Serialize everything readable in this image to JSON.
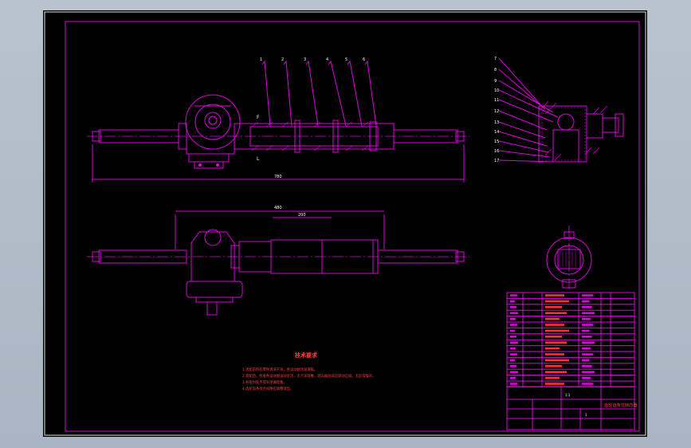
{
  "drawing": {
    "colors": {
      "background": "#000000",
      "lines": "#e000e0",
      "text": "#ffffff",
      "accent": "#ff3030"
    },
    "tech_requirements_title": "技术要求",
    "tech_notes": [
      "1.装配前所有零件清洗干净，各运动副涂润滑脂。",
      "2.装配后，检查各运动副运动灵活，无卡滞现象，转向器总成应转动自如，无异常噪声。",
      "3.各密封处不得有渗漏现象。",
      "4.齿轮齿条啮合间隙应调整适当。"
    ],
    "part_callouts_top": [
      "1",
      "2",
      "3",
      "4",
      "5",
      "6"
    ],
    "part_callouts_right": [
      "7",
      "8",
      "9",
      "10",
      "11",
      "12",
      "13",
      "14",
      "15",
      "16",
      "17"
    ],
    "dimensions": {
      "overall_length": "780",
      "rack_length": "480",
      "sub_length": "200"
    },
    "section_labels": {
      "upper": "F",
      "lower": "L"
    },
    "title_block": {
      "title": "齿轮齿条式转向器",
      "scale": "1:1",
      "sheet": "1",
      "designer": "",
      "material_note": "",
      "school": ""
    }
  }
}
